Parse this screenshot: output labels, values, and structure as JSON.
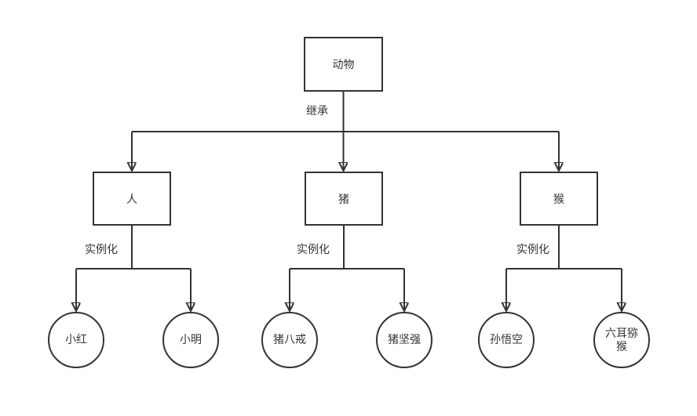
{
  "diagram": {
    "background_color": "#ffffff",
    "line_color": "#333333",
    "text_color": "#333333",
    "node_fill_color": "#ffffff",
    "root": {
      "id": "animal",
      "label": "动物"
    },
    "relation_labels": {
      "inheritance": "继承",
      "instantiation": "实例化"
    },
    "classes": [
      {
        "id": "human",
        "label": "人",
        "parent": "animal"
      },
      {
        "id": "pig",
        "label": "猪",
        "parent": "animal"
      },
      {
        "id": "monkey",
        "label": "猴",
        "parent": "animal"
      }
    ],
    "instances": [
      {
        "id": "xiaohong",
        "label": "小红",
        "parent": "human"
      },
      {
        "id": "xiaoming",
        "label": "小明",
        "parent": "human"
      },
      {
        "id": "zhubajie",
        "label": "猪八戒",
        "parent": "pig"
      },
      {
        "id": "zhujianqiang",
        "label": "猪坚强",
        "parent": "pig"
      },
      {
        "id": "sunwukong",
        "label": "孙悟空",
        "parent": "monkey"
      },
      {
        "id": "liuermihou",
        "label": "六耳猕猴",
        "parent": "monkey"
      }
    ]
  }
}
